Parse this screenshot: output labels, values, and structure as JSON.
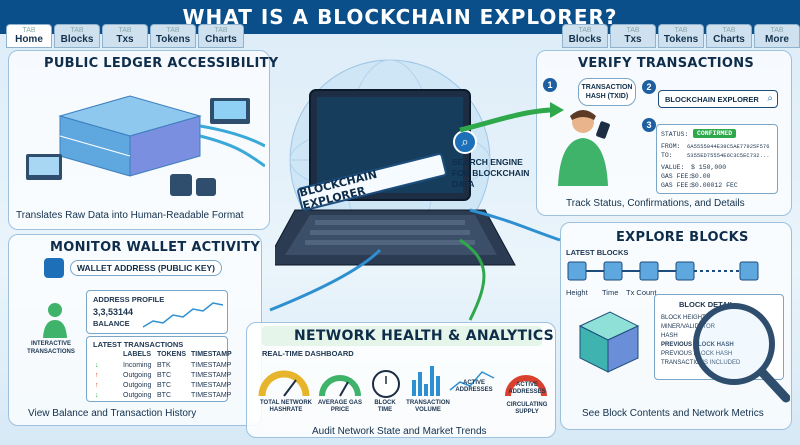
{
  "title": "WHAT IS A BLOCKCHAIN EXPLORER?",
  "tabs_left": [
    {
      "label": "TAB",
      "name": "Home",
      "active": true
    },
    {
      "label": "TAB",
      "name": "Blocks",
      "active": false
    },
    {
      "label": "TAB",
      "name": "Txs",
      "active": false
    },
    {
      "label": "TAB",
      "name": "Tokens",
      "active": false
    },
    {
      "label": "TAB",
      "name": "Charts",
      "active": false
    }
  ],
  "tabs_right": [
    {
      "label": "TAB",
      "name": "Blocks"
    },
    {
      "label": "TAB",
      "name": "Txs"
    },
    {
      "label": "TAB",
      "name": "Tokens"
    },
    {
      "label": "TAB",
      "name": "Charts"
    },
    {
      "label": "TAB",
      "name": "More"
    }
  ],
  "ledger": {
    "title": "PUBLIC LEDGER ACCESSIBILITY",
    "caption": "Translates Raw Data into Human-Readable Format"
  },
  "center": {
    "screen_label": "BLOCKCHAIN EXPLORER",
    "search_caption": "SEARCH ENGINE FOR BLOCKCHAIN DATA"
  },
  "verify": {
    "title": "VERIFY TRANSACTIONS",
    "step1": "1",
    "step2": "2",
    "step3": "3",
    "txid_bubble": "TRANSACTION HASH (TXID)",
    "search_box": "BLOCKCHAIN EXPLORER",
    "status_label": "STATUS:",
    "status_value": "CONFIRMED",
    "from_label": "FROM:",
    "from_value": "6A5555044E39C5AE77925F576",
    "to_label": "TO:",
    "to_value": "5355ED75554E6C3C5EC732...",
    "value_label": "VALUE:",
    "value_value": "$ 150,000",
    "gasfee_label": "GAS FEE:",
    "gasfee_value": "$0.00",
    "gasfee2_label": "GAS FEE:",
    "gasfee2_value": "$0.00012 FEC",
    "caption": "Track Status, Confirmations, and Details"
  },
  "wallet": {
    "title": "MONITOR WALLET ACTIVITY",
    "address_label": "WALLET ADDRESS (PUBLIC KEY)",
    "profile_label": "ADDRESS PROFILE",
    "balance_value": "3,3,53144",
    "balance_label": "BALANCE",
    "interactive": "INTERACTIVE TRANSACTIONS",
    "latest_tx": "LATEST TRANSACTIONS",
    "headers": [
      "LABELS",
      "TOKENS",
      "TIMESTAMP"
    ],
    "rows": [
      {
        "label": "Incoming",
        "token": "BTK",
        "time": "TIMESTAMP"
      },
      {
        "label": "Outgoing",
        "token": "BTC",
        "time": "TIMESTAMP"
      },
      {
        "label": "Outgoing",
        "token": "BTC",
        "time": "TIMESTAMP"
      },
      {
        "label": "Outgoing",
        "token": "BTC",
        "time": "TIMESTAMP"
      }
    ],
    "caption": "View Balance and Transaction History"
  },
  "network": {
    "title": "NETWORK HEALTH & ANALYTICS",
    "dashboard": "REAL-TIME DASHBOARD",
    "metrics": [
      "TOTAL NETWORK HASHRATE",
      "AVERAGE GAS PRICE",
      "BLOCK TIME",
      "TRANSACTION VOLUME",
      "ACTIVE ADDRESSES",
      "ACTIVE ADDRESSES",
      "CIRCULATING SUPPLY"
    ],
    "caption": "Audit Network State and Market Trends"
  },
  "blocks": {
    "title": "EXPLORE BLOCKS",
    "latest": "LATEST BLOCKS",
    "labels": [
      "Height",
      "Time",
      "Tx Count"
    ],
    "detail_title": "BLOCK DETAIL",
    "detail_items": [
      "BLOCK HEIGHT",
      "MINER/VALIDATOR",
      "HASH",
      "PREVIOUS BLOCK HASH",
      "PREVIOUS BLOCK HASH",
      "TRANSACTIONS INCLUDED"
    ],
    "caption": "See Block Contents and Network Metrics"
  },
  "colors": {
    "accent": "#0b4f8a",
    "panel_border": "#9cc2df",
    "green": "#2ea84a",
    "red": "#d9412e"
  }
}
